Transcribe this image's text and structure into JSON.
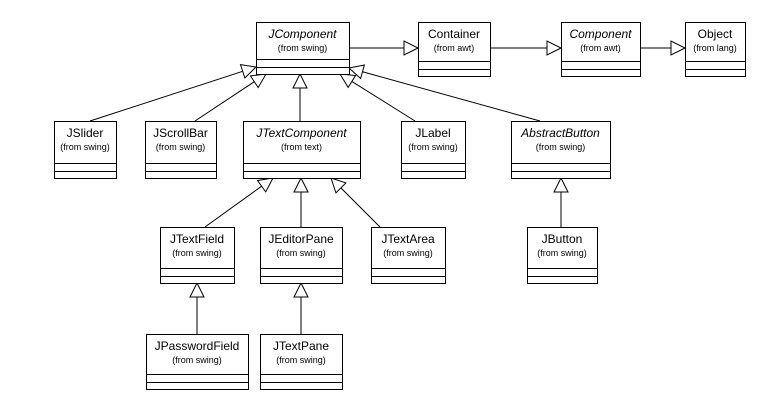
{
  "diagram": {
    "classes": [
      {
        "id": "jcomponent",
        "name": "JComponent",
        "package": "(from swing)",
        "abstract": true
      },
      {
        "id": "container",
        "name": "Container",
        "package": "(from awt)",
        "abstract": false
      },
      {
        "id": "component",
        "name": "Component",
        "package": "(from awt)",
        "abstract": true
      },
      {
        "id": "object",
        "name": "Object",
        "package": "(from lang)",
        "abstract": false
      },
      {
        "id": "jslider",
        "name": "JSlider",
        "package": "(from swing)",
        "abstract": false
      },
      {
        "id": "jscrollbar",
        "name": "JScrollBar",
        "package": "(from swing)",
        "abstract": false
      },
      {
        "id": "jtextcomponent",
        "name": "JTextComponent",
        "package": "(from text)",
        "abstract": true
      },
      {
        "id": "jlabel",
        "name": "JLabel",
        "package": "(from swing)",
        "abstract": false
      },
      {
        "id": "abstractbutton",
        "name": "AbstractButton",
        "package": "(from swing)",
        "abstract": true
      },
      {
        "id": "jtextfield",
        "name": "JTextField",
        "package": "(from swing)",
        "abstract": false
      },
      {
        "id": "jeditorpane",
        "name": "JEditorPane",
        "package": "(from swing)",
        "abstract": false
      },
      {
        "id": "jtextarea",
        "name": "JTextArea",
        "package": "(from swing)",
        "abstract": false
      },
      {
        "id": "jbutton",
        "name": "JButton",
        "package": "(from swing)",
        "abstract": false
      },
      {
        "id": "jpasswordfield",
        "name": "JPasswordField",
        "package": "(from swing)",
        "abstract": false
      },
      {
        "id": "jtextpane",
        "name": "JTextPane",
        "package": "(from swing)",
        "abstract": false
      }
    ],
    "generalizations": [
      {
        "from": "jcomponent",
        "to": "container"
      },
      {
        "from": "container",
        "to": "component"
      },
      {
        "from": "component",
        "to": "object"
      },
      {
        "from": "jslider",
        "to": "jcomponent"
      },
      {
        "from": "jscrollbar",
        "to": "jcomponent"
      },
      {
        "from": "jtextcomponent",
        "to": "jcomponent"
      },
      {
        "from": "jlabel",
        "to": "jcomponent"
      },
      {
        "from": "abstractbutton",
        "to": "jcomponent"
      },
      {
        "from": "jtextfield",
        "to": "jtextcomponent"
      },
      {
        "from": "jeditorpane",
        "to": "jtextcomponent"
      },
      {
        "from": "jtextarea",
        "to": "jtextcomponent"
      },
      {
        "from": "jbutton",
        "to": "abstractbutton"
      },
      {
        "from": "jpasswordfield",
        "to": "jtextfield"
      },
      {
        "from": "jtextpane",
        "to": "jeditorpane"
      }
    ]
  }
}
